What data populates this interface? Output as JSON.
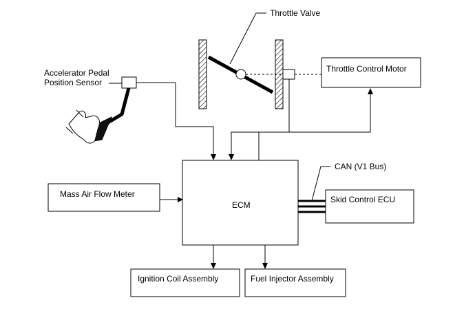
{
  "labels": {
    "throttle_valve": "Throttle Valve",
    "throttle_control_motor": "Throttle Control Motor",
    "accelerator_sensor_line1": "Accelerator Pedal",
    "accelerator_sensor_line2": "Position Sensor",
    "ecm": "ECM",
    "mass_air_flow_meter": "Mass Air Flow Meter",
    "can_bus": "CAN (V1 Bus)",
    "skid_control_ecu": "Skid Control ECU",
    "ignition_coil_assembly": "Ignition Coil Assembly",
    "fuel_injector_assembly": "Fuel Injector Assembly"
  }
}
